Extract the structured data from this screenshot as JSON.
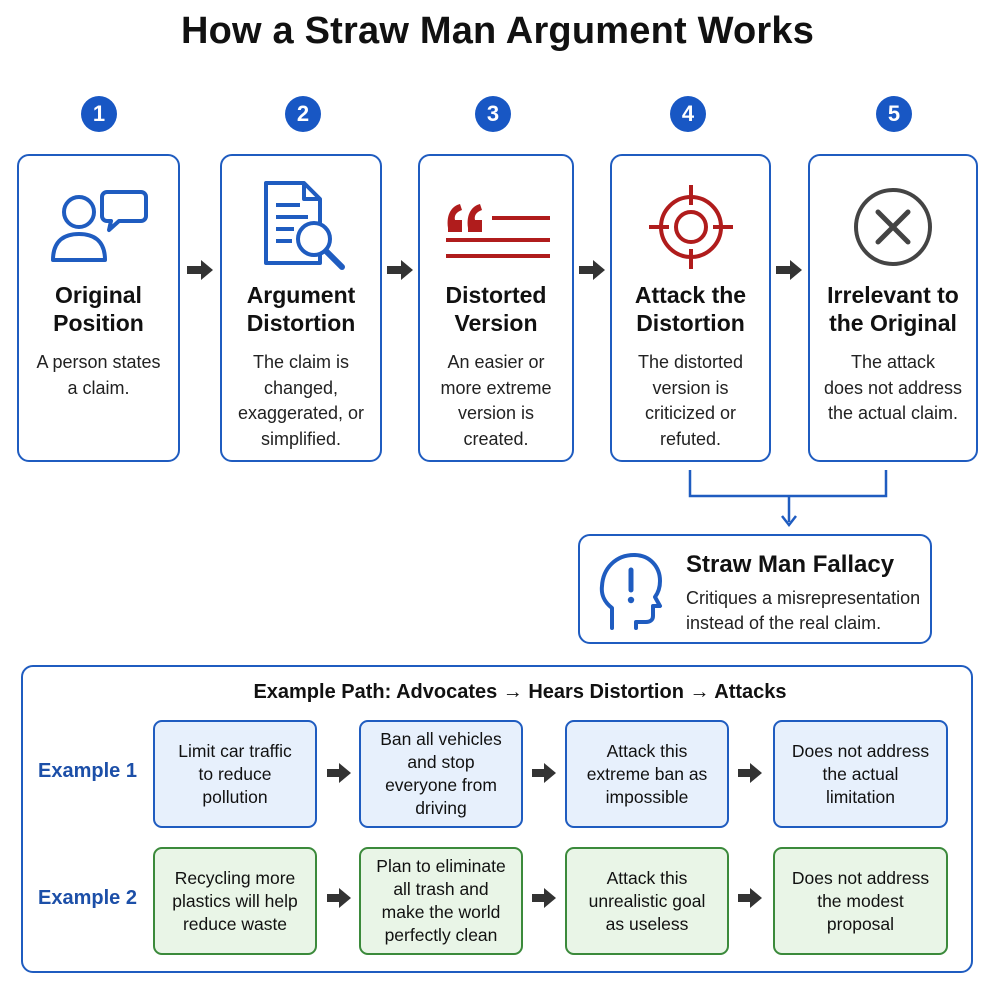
{
  "title": "How a Straw Man Argument Works",
  "steps": [
    {
      "number": "1",
      "title_line1": "Original",
      "title_line2": "Position",
      "desc": [
        "A person states",
        "a claim."
      ]
    },
    {
      "number": "2",
      "title_line1": "Argument",
      "title_line2": "Distortion",
      "desc": [
        "The claim is",
        "changed,",
        "exaggerated, or",
        "simplified."
      ]
    },
    {
      "number": "3",
      "title_line1": "Distorted",
      "title_line2": "Version",
      "desc": [
        "An easier or",
        "more extreme",
        "version is",
        "created."
      ]
    },
    {
      "number": "4",
      "title_line1": "Attack the",
      "title_line2": "Distortion",
      "desc": [
        "The distorted",
        "version is",
        "criticized or",
        "refuted."
      ]
    },
    {
      "number": "5",
      "title_line1": "Irrelevant to",
      "title_line2": "the Original",
      "desc": [
        "The attack",
        "does not address",
        "the actual claim."
      ]
    }
  ],
  "fallacy": {
    "title": "Straw Man Fallacy",
    "desc": [
      "Critiques a misrepresentation",
      "instead of the real claim."
    ]
  },
  "examples": {
    "path_title": "Example Path: Advocates → Hears Distortion → Attacks",
    "rows": [
      {
        "label": "Example 1",
        "boxes": [
          [
            "Limit car traffic",
            "to reduce",
            "pollution"
          ],
          [
            "Ban all vehicles",
            "and stop",
            "everyone from",
            "driving"
          ],
          [
            "Attack this",
            "extreme ban as",
            "impossible"
          ],
          [
            "Does not address",
            "the actual",
            "limitation"
          ]
        ]
      },
      {
        "label": "Example 2",
        "boxes": [
          [
            "Recycling more",
            "plastics will help",
            "reduce waste"
          ],
          [
            "Plan to eliminate",
            "all trash and",
            "make the world",
            "perfectly clean"
          ],
          [
            "Attack this",
            "unrealistic goal",
            "as useless"
          ],
          [
            "Does not address",
            "the modest",
            "proposal"
          ]
        ]
      }
    ]
  },
  "colors": {
    "primary_blue": "#1f5cc0",
    "badge_blue": "#1857c4",
    "accent_red": "#b01c1c",
    "green_border": "#3b8a3b",
    "blue_fill": "#e7f0fc",
    "green_fill": "#e9f5e7"
  }
}
